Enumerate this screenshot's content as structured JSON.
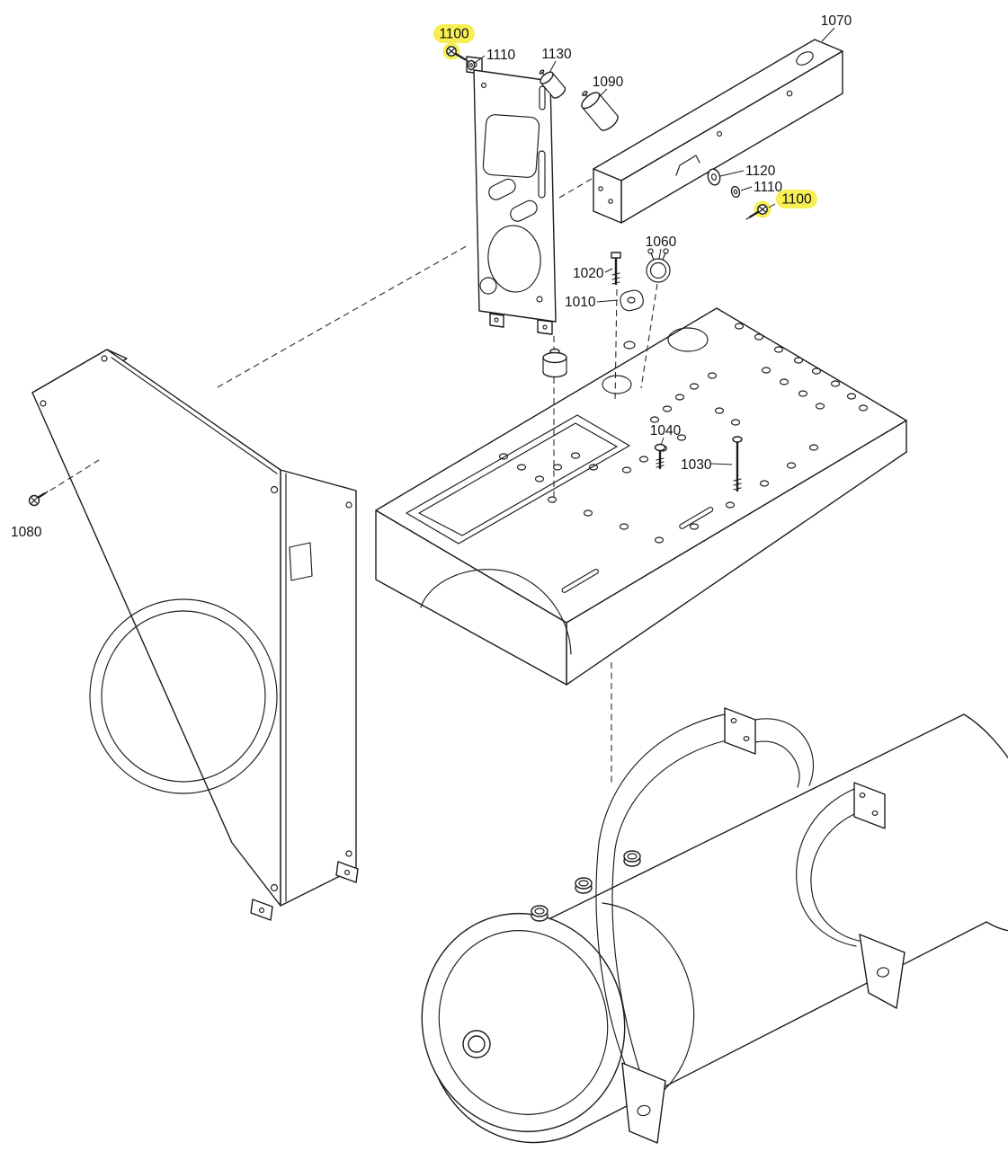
{
  "diagram": {
    "type": "exploded-parts-diagram",
    "background": "#ffffff",
    "line_color": "#1c1c1c",
    "highlight_color": "#f6ee52",
    "labels": [
      {
        "id": "1100-top",
        "text": "1100",
        "highlighted": true
      },
      {
        "id": "1110-top",
        "text": "1110",
        "highlighted": false
      },
      {
        "id": "1130",
        "text": "1130",
        "highlighted": false
      },
      {
        "id": "1090",
        "text": "1090",
        "highlighted": false
      },
      {
        "id": "1070",
        "text": "1070",
        "highlighted": false
      },
      {
        "id": "1120",
        "text": "1120",
        "highlighted": false
      },
      {
        "id": "1110-right",
        "text": "1110",
        "highlighted": false
      },
      {
        "id": "1100-right",
        "text": "1100",
        "highlighted": true
      },
      {
        "id": "1060",
        "text": "1060",
        "highlighted": false
      },
      {
        "id": "1020",
        "text": "1020",
        "highlighted": false
      },
      {
        "id": "1010",
        "text": "1010",
        "highlighted": false
      },
      {
        "id": "1040",
        "text": "1040",
        "highlighted": false
      },
      {
        "id": "1030",
        "text": "1030",
        "highlighted": false
      },
      {
        "id": "1080",
        "text": "1080",
        "highlighted": false
      }
    ]
  }
}
